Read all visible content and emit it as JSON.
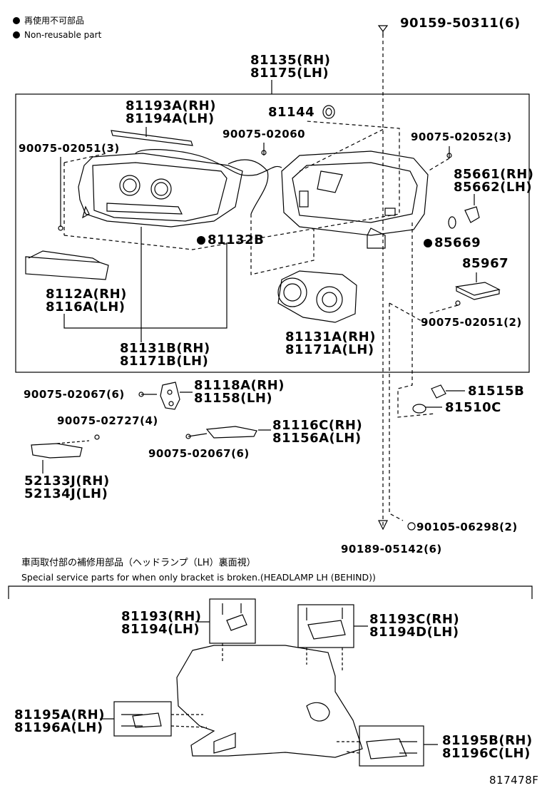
{
  "legend": {
    "line1": "再使用不可部品",
    "line2": "Non-reusable part"
  },
  "labels": {
    "p90159": "90159-50311(6)",
    "p81135": "81135(RH)",
    "p81175": "81175(LH)",
    "p81193A": "81193A(RH)",
    "p81194A": "81194A(LH)",
    "p81144": "81144",
    "p90075_02060": "90075-02060",
    "p90075_02052": "90075-02052(3)",
    "p90075_02051_3": "90075-02051(3)",
    "p85661": "85661(RH)",
    "p85662": "85662(LH)",
    "p81132B": "81132B",
    "p85669": "85669",
    "p85967": "85967",
    "p8112A": "8112A(RH)",
    "p8116A": "8116A(LH)",
    "p90075_02051_2": "90075-02051(2)",
    "p81131A": "81131A(RH)",
    "p81171A": "81171A(LH)",
    "p81131B": "81131B(RH)",
    "p81171B": "81171B(LH)",
    "p90075_02067_a": "90075-02067(6)",
    "p81118A": "81118A(RH)",
    "p81158": "81158(LH)",
    "p81515B": "81515B",
    "p81510C": "81510C",
    "p90075_02727": "90075-02727(4)",
    "p81116C": "81116C(RH)",
    "p81156A": "81156A(LH)",
    "p90075_02067_b": "90075-02067(6)",
    "p52133J": "52133J(RH)",
    "p52134J": "52134J(LH)",
    "p90105": "90105-06298(2)",
    "p90189": "90189-05142(6)",
    "p81193": "81193(RH)",
    "p81194": "81194(LH)",
    "p81193C": "81193C(RH)",
    "p81194D": "81194D(LH)",
    "p81195A": "81195A(RH)",
    "p81196A": "81196A(LH)",
    "p81195B": "81195B(RH)",
    "p81196C": "81196C(LH)",
    "ref": "817478F"
  },
  "notes": {
    "jp": "車両取付部の補修用部品（ヘッドランプ（LH）裏面視）",
    "en": "Special service parts for when only bracket is broken.(HEADLAMP LH (BEHIND))"
  }
}
